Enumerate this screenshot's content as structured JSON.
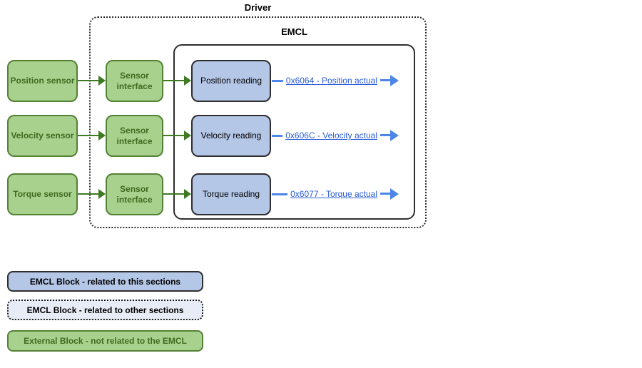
{
  "diagram": {
    "driver_label": "Driver",
    "emcl_label": "EMCL",
    "rows": [
      {
        "sensor_label": "Position sensor",
        "interface_label": "Sensor interface",
        "reading_label": "Position reading",
        "link_label": "0x6064 - Position actual"
      },
      {
        "sensor_label": "Velocity sensor",
        "interface_label": "Sensor interface",
        "reading_label": "Velocity reading",
        "link_label": "0x606C - Velocity actual"
      },
      {
        "sensor_label": "Torque sensor",
        "interface_label": "Sensor interface",
        "reading_label": "Torque reading",
        "link_label": "0x6077 - Torque actual"
      }
    ]
  },
  "legend": {
    "items": [
      {
        "label": "EMCL Block - related to this sections"
      },
      {
        "label": "EMCL Block - related to other sections"
      },
      {
        "label": "External Block - not related to the EMCL"
      }
    ]
  },
  "colors": {
    "external_fill": "#a9d18e",
    "external_border": "#538135",
    "external_text": "#3e6b20",
    "emcl_block_fill": "#b4c7e7",
    "emcl_block_border": "#2e2e2e",
    "emcl_other_fill": "#e7ecf7",
    "link_blue": "#2b5cd7",
    "arrow_blue": "#4d86e8",
    "arrow_green": "#3e7a22"
  }
}
